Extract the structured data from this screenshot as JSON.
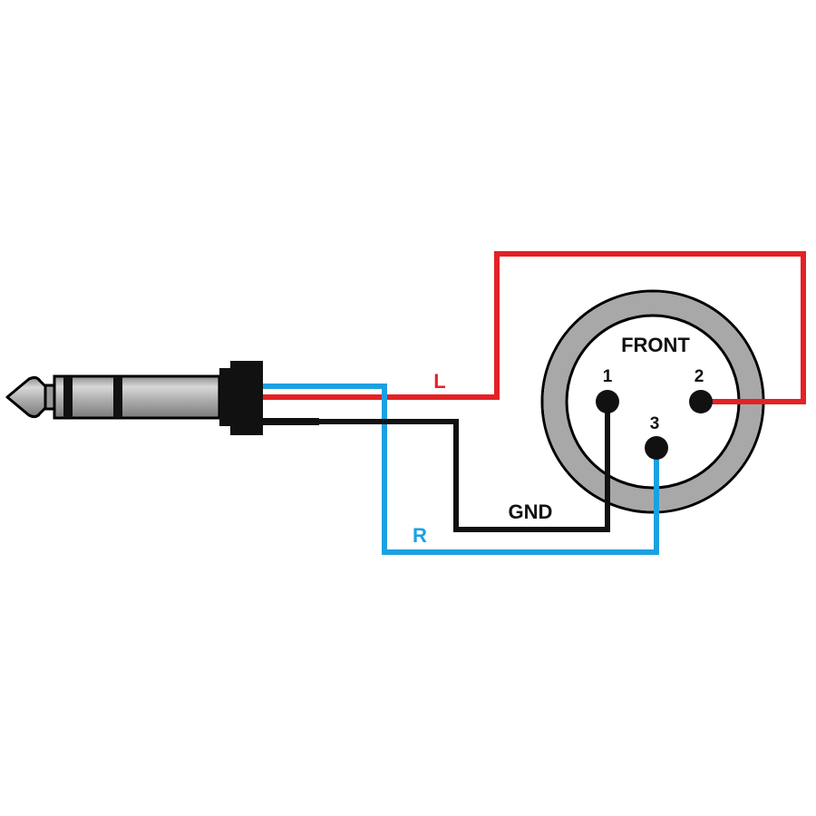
{
  "connector": {
    "face_label": "FRONT",
    "pins": [
      {
        "number": "1",
        "signal": "GND"
      },
      {
        "number": "2",
        "signal": "L"
      },
      {
        "number": "3",
        "signal": "R"
      }
    ]
  },
  "wires": [
    {
      "label": "L",
      "color": "#e32226"
    },
    {
      "label": "R",
      "color": "#1ba1e2"
    },
    {
      "label": "GND",
      "color": "#111111"
    }
  ],
  "colors": {
    "left": "#e32226",
    "right": "#1ba1e2",
    "ground": "#111111",
    "plug_metal": "#a8a8a8",
    "connector_ring": "#a8a8a8",
    "outline": "#000000"
  }
}
